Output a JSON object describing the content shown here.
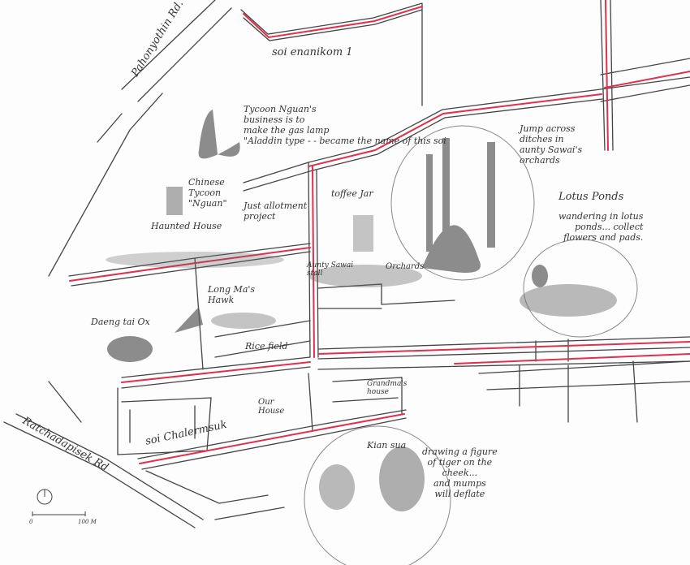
{
  "colors": {
    "road_highlight": "#e0304e",
    "ink": "#333333",
    "wash": "#7a7a7a"
  },
  "roads": {
    "pahonyothin": "Pahonyothin Rd.",
    "soi_top": "soi enanikom 1",
    "soi_chalermsuk": "soi Chalermsuk",
    "ratchadapisek": "Ratchadapisek Rd"
  },
  "annotations": {
    "tycoon": "Tycoon Nguan's\nbusiness is to\nmake the gas lamp\n\"Aladdin type - - became the name of this soi",
    "chinese_tycoon": "Chinese\nTycoon\n\"Nguan\"",
    "haunted_house": "Haunted House",
    "allotment": "Just allotment\nproject",
    "toffee_jar": "toffee Jar",
    "aunty_stall": "Aunty Sawai\nstall",
    "orchards": "Orchards",
    "jump_across": "Jump across\nditches in\naunty Sawai's\norchards",
    "lotus_ponds": "Lotus Ponds",
    "wandering": "wandering in lotus\nponds... collect\nflowers and pads.",
    "long_ma": "Long Ma's\nHawk",
    "ox": "Daeng tai Ox",
    "rice_field": "Rice field",
    "grandma": "Grandma's\nhouse",
    "our_house": "Our\nHouse",
    "kian_sua": "Kian sua",
    "drawing": "drawing a figure\nof tiger on the\ncheek...\nand mumps\nwill deflate"
  },
  "scale": {
    "start": "0",
    "end": "100 M"
  },
  "icons": {
    "north": "north-arrow-icon"
  }
}
